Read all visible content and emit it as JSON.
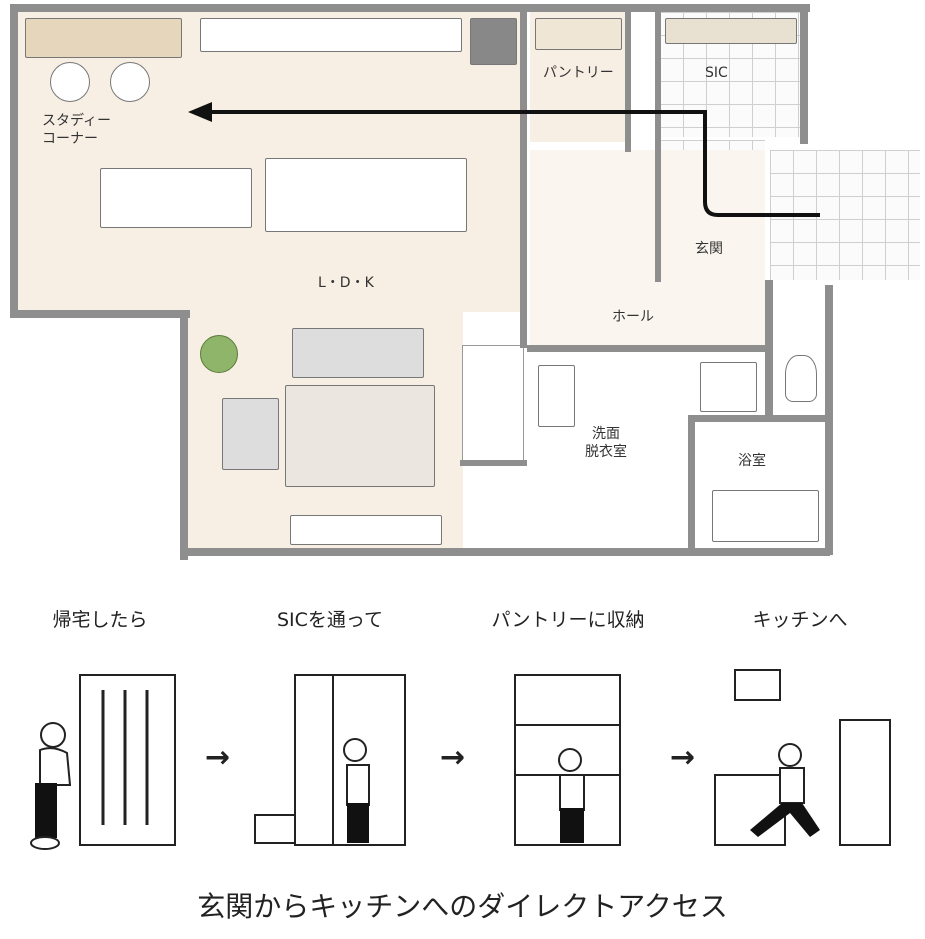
{
  "floor_plan": {
    "rooms": {
      "study_corner": "スタディー\nコーナー",
      "study_corner_line1": "スタディー",
      "study_corner_line2": "コーナー",
      "ldk": "L・D・K",
      "pantry": "パントリー",
      "sic": "SIC",
      "entrance": "玄関",
      "hall": "ホール",
      "washroom_line1": "洗面",
      "washroom_line2": "脱衣室",
      "bathroom": "浴室"
    },
    "path_color": "#111111"
  },
  "steps": [
    {
      "label": "帰宅したら"
    },
    {
      "label": "SICを通って"
    },
    {
      "label": "パントリーに収納"
    },
    {
      "label": "キッチンへ"
    }
  ],
  "step_arrow": "→",
  "title": "玄関からキッチンへのダイレクトアクセス"
}
